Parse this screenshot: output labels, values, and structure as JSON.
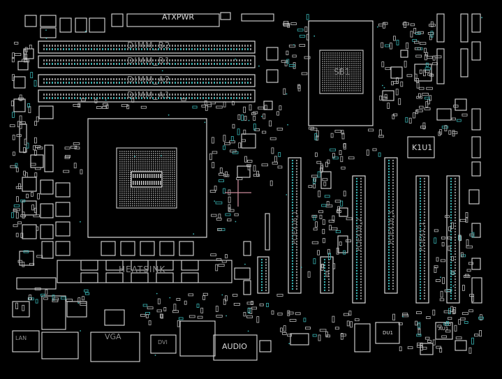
{
  "labels": {
    "dimm_b2": "DIMM_B2",
    "dimm_b1": "DIMM_B1",
    "dimm_a2": "DIMM_A2",
    "dimm_a1": "DIMM_A1",
    "atx_power": "ATXPWR",
    "chipset": "SB1",
    "k1u1": "K1U1",
    "heatsink": "HEATSINK",
    "vga": "VGA",
    "audio": "AUDIO",
    "lan": "LAN",
    "du1": "DU1",
    "au1": "AU1",
    "pcie1": "PCIEX16_1",
    "pcie2": "PCIEX16_2",
    "pcie3": "PCIEX16_3",
    "pcie4": "PCIEX1_1",
    "rear_io": "DVI"
  },
  "colors": {
    "background": "#000000",
    "outline": "#d9d9d9",
    "dim": "#8c8c8c",
    "pad_teal": "#39b3b3",
    "cursor": "#c98a9a"
  }
}
